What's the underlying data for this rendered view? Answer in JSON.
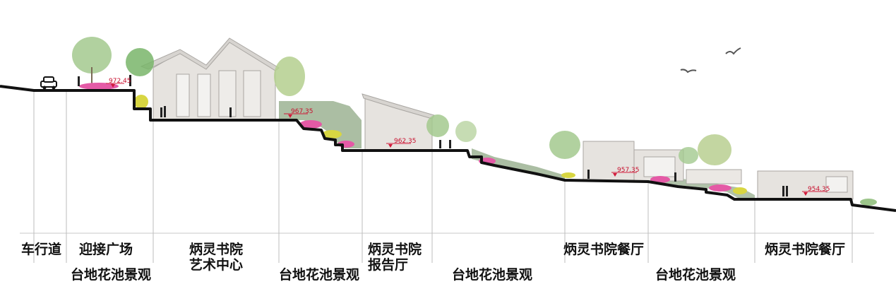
{
  "colors": {
    "ground": "#111111",
    "marker": "#d11a3a",
    "grass": "#8fa884",
    "building": "#e6e3df",
    "building_edge": "#a9a6a2",
    "tree": "#9cc58a",
    "flower_pink": "#e45aa6",
    "flower_yellow": "#d8d642",
    "people": "#222222"
  },
  "elevations": [
    "972.45",
    "967.35",
    "962.35",
    "957.35",
    "954.35"
  ],
  "zones": {
    "z1": {
      "line1": "车行道"
    },
    "z2": {
      "line1": "迎接广场"
    },
    "z3": {
      "line1": "台地花池景观"
    },
    "z4": {
      "line1": "炳灵书院",
      "line2": "艺术中心"
    },
    "z5": {
      "line1": "台地花池景观"
    },
    "z6": {
      "line1": "炳灵书院",
      "line2": "报告厅"
    },
    "z7": {
      "line1": "台地花池景观"
    },
    "z8": {
      "line1": "炳灵书院餐厅"
    },
    "z9": {
      "line1": "台地花池景观"
    },
    "z10": {
      "line1": "炳灵书院餐厅"
    }
  }
}
